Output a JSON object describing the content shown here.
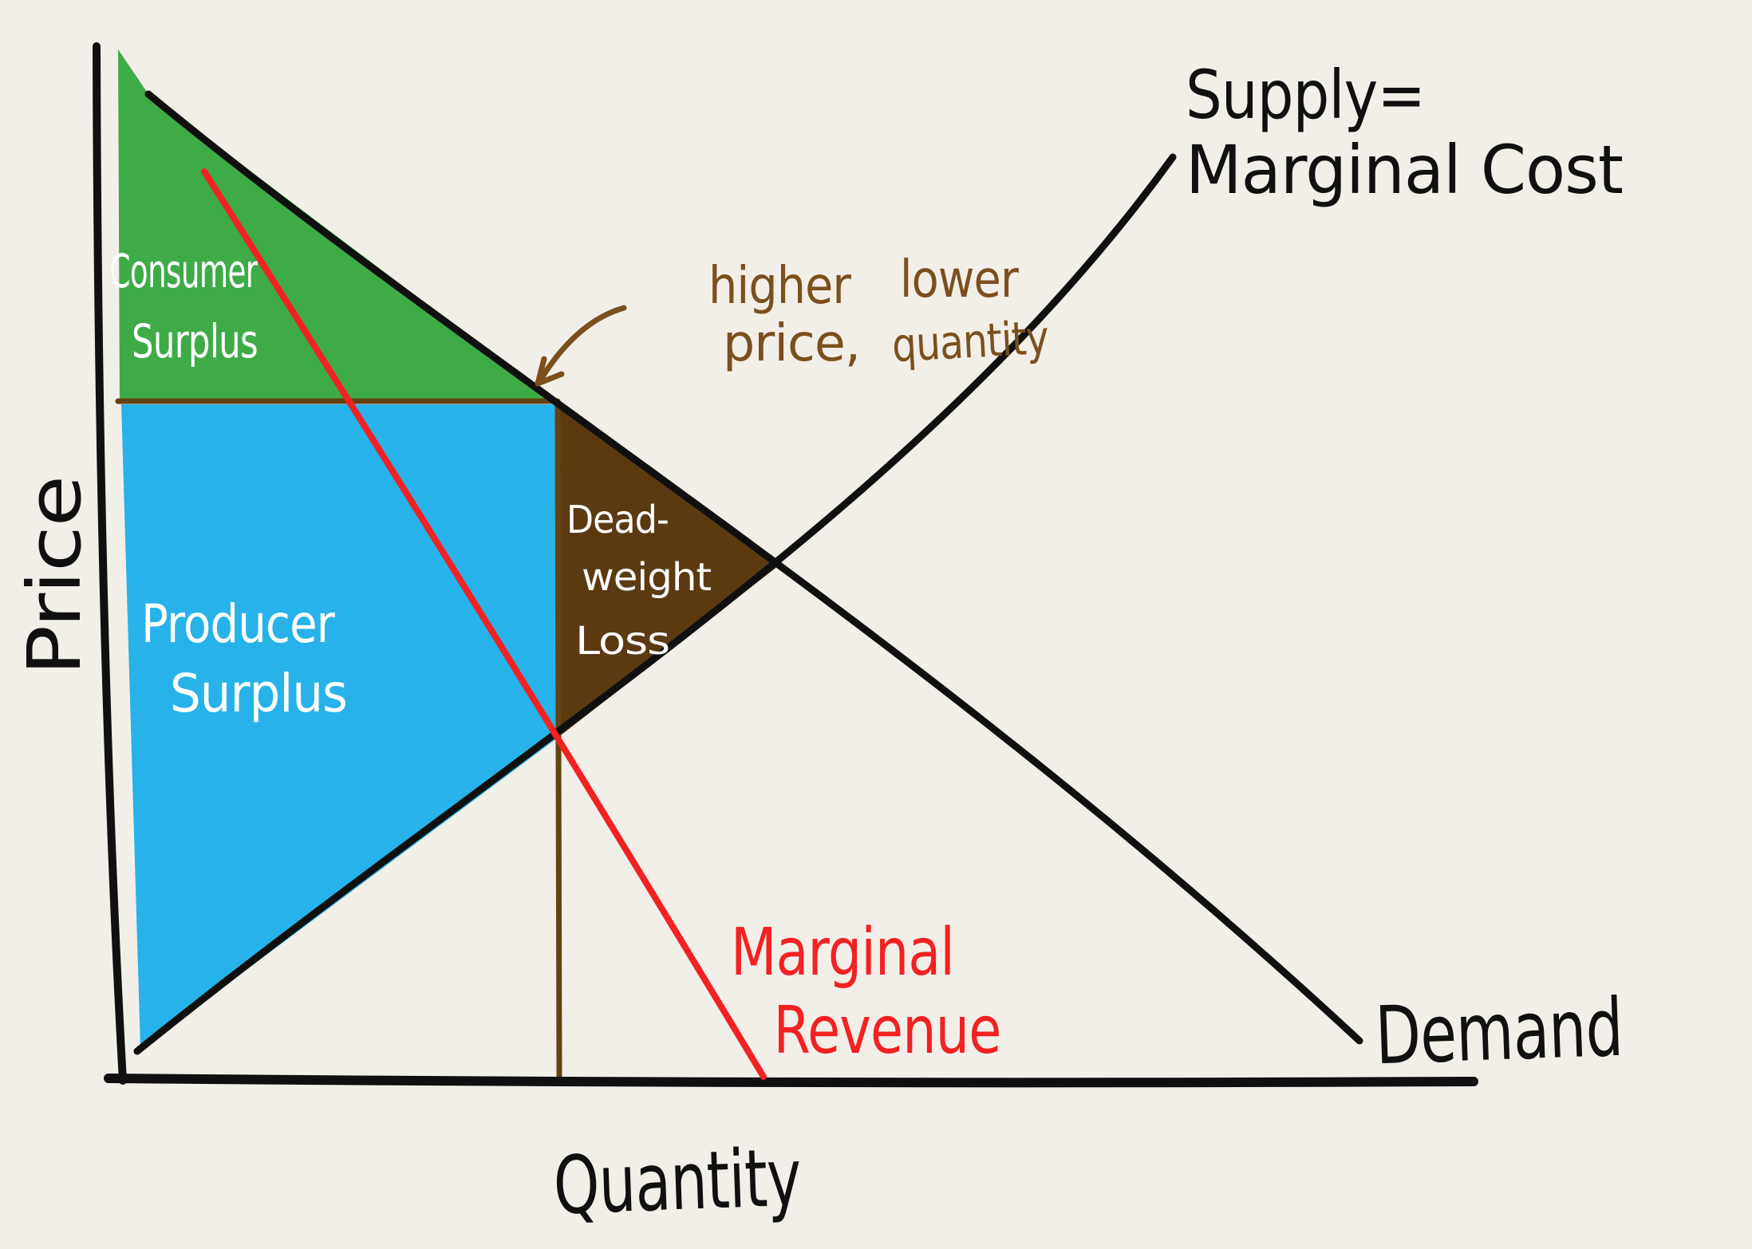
{
  "figure": {
    "background_color": "#f2efe9",
    "ink_color": "#101010",
    "y_axis_label": "Price",
    "x_axis_label": "Quantity",
    "supply_label_line1": "Supply=",
    "supply_label_line2": "Marginal Cost",
    "demand_label": "Demand",
    "mr_label_line1": "Marginal",
    "mr_label_line2": "Revenue",
    "mr_color": "#f32121",
    "consumer_surplus": {
      "line1": "Consumer",
      "line2": "Surplus",
      "fill": "#3eab47",
      "text_color": "#ffffff"
    },
    "producer_surplus": {
      "line1": "Producer",
      "line2": "Surplus",
      "fill": "#27b3e9",
      "text_color": "#ffffff"
    },
    "deadweight_loss": {
      "line1": "Dead-",
      "line2": "weight",
      "line3": "Loss",
      "fill": "#5c3a11",
      "text_color": "#ffffff"
    },
    "guide_line_color": "#63430f",
    "annotation": {
      "word1": "higher",
      "word2": "lower",
      "word3": "price,",
      "word4": "quantity",
      "color": "#7b501d"
    }
  }
}
